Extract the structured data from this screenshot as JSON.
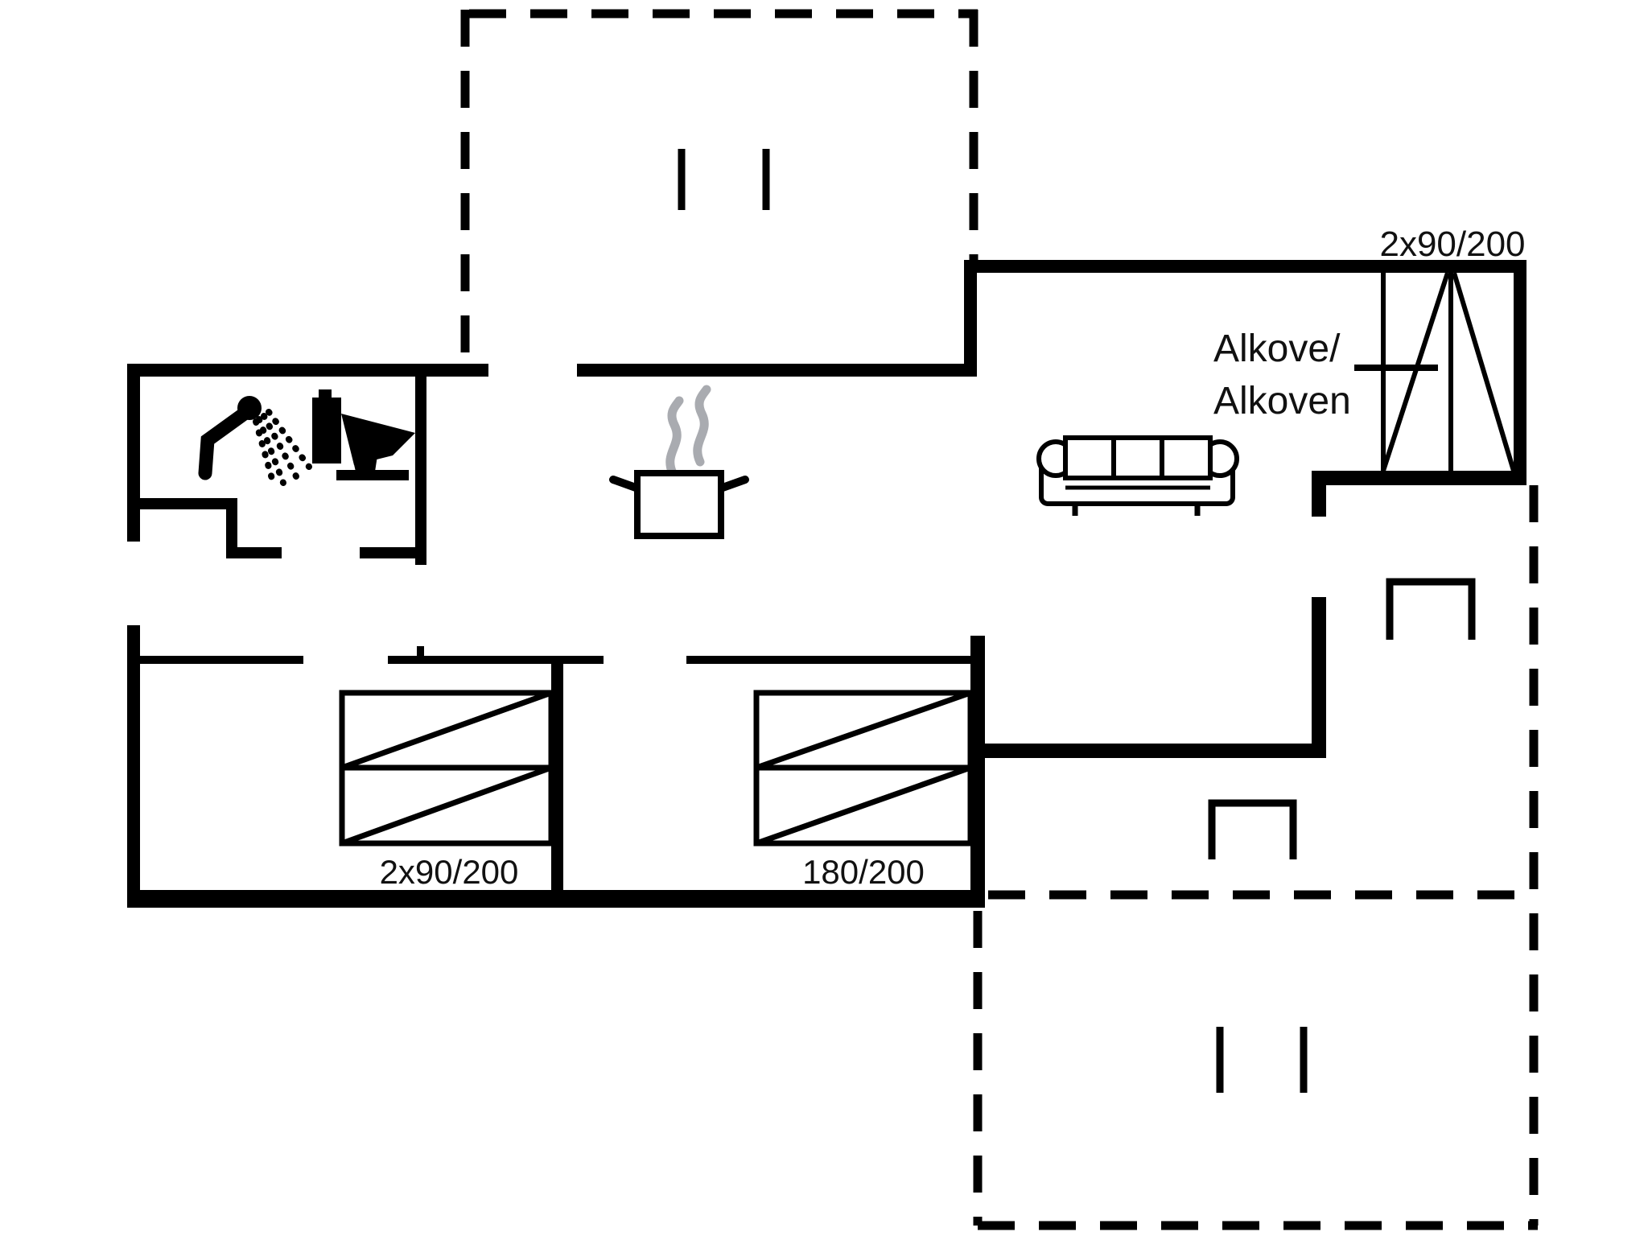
{
  "diagram": {
    "type": "floor-plan",
    "background_color": "#ffffff",
    "wall_color": "#000000",
    "steam_color": "#a9abb0",
    "labels": {
      "alcove_dimension": "2x90/200",
      "alcove_name_line1": "Alkove/",
      "alcove_name_line2": "Alkoven",
      "bedroom1_bed_dimension": "2x90/200",
      "bedroom2_bed_dimension": "180/200"
    },
    "icons": [
      "shower-icon",
      "toilet-icon",
      "cooking-pot-icon",
      "steam-icon",
      "sofa-icon",
      "alcove-bunk-symbol",
      "twin-beds-symbol",
      "double-bed-symbol",
      "terrace-dashed-outline"
    ]
  }
}
